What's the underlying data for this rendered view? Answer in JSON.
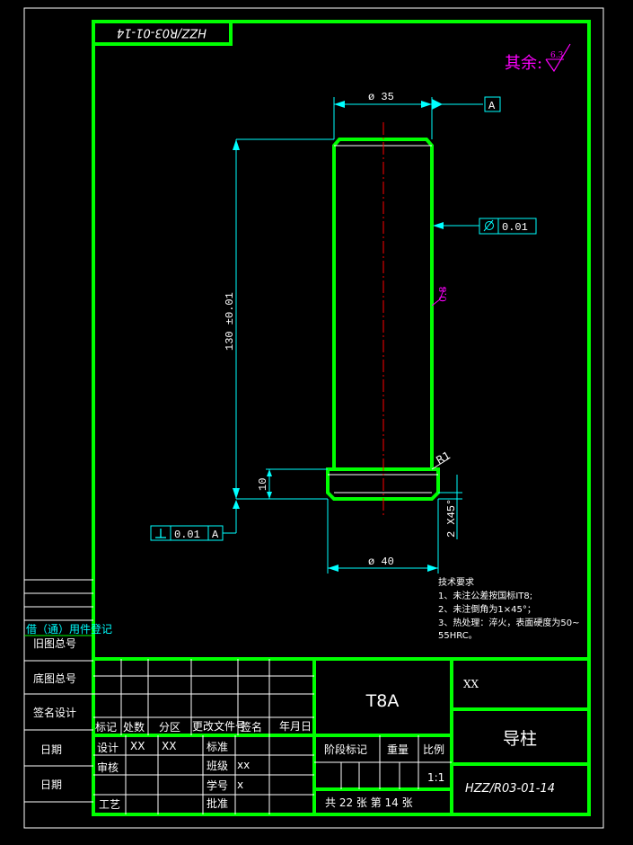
{
  "drawing": {
    "code_top": "HZZ/R03-01-14",
    "roughness_label": "其余:",
    "roughness_value": "6.3",
    "roughness_surface": "0.8",
    "dims": {
      "top_dia": "ø 35",
      "length": "130 ±0.01",
      "collar": "10",
      "bottom_dia": "ø 40",
      "chamfer": "2 X45°",
      "radius": "R1"
    },
    "datum": "A",
    "cylindricity_value": "0.01",
    "perpendicularity_value": "0.01",
    "perpendicularity_datum": "A"
  },
  "tech_notes": {
    "heading": "技术要求",
    "lines": [
      "1、未注公差按国标IT8;",
      "2、未注倒角为1×45°；",
      "3、热处理：淬火，表面硬度为50~",
      "55HRC。"
    ]
  },
  "left_strip": {
    "labels": [
      "借（通）用件登记",
      "旧图总号",
      "底图总号",
      "签名设计",
      "日期",
      "日期"
    ]
  },
  "title_block": {
    "material": "T8A",
    "company": "XX",
    "part_name": "导柱",
    "drawing_no": "HZZ/R03-01-14",
    "header_row": [
      "标记",
      "处数",
      "分区",
      "更改文件号",
      "签名",
      "年月日"
    ],
    "design_label": "设计",
    "design_vals": [
      "XX",
      "XX"
    ],
    "standard_label": "标准",
    "review_label": "审核",
    "class_label": "班级",
    "class_val": "xx",
    "student_label": "学号",
    "student_val": "x",
    "process_label": "工艺",
    "approve_label": "批准",
    "stage_label": "阶段标记",
    "weight_label": "重量",
    "scale_label": "比例",
    "scale_val": "1:1",
    "sheets": "共 22 张  第 14 张"
  },
  "colors": {
    "frame": "#00ff00",
    "dimension": "#00ffff",
    "centerline": "#ff0000",
    "roughness": "#ff00ff",
    "outline": "#ffffff",
    "background": "#000000"
  }
}
